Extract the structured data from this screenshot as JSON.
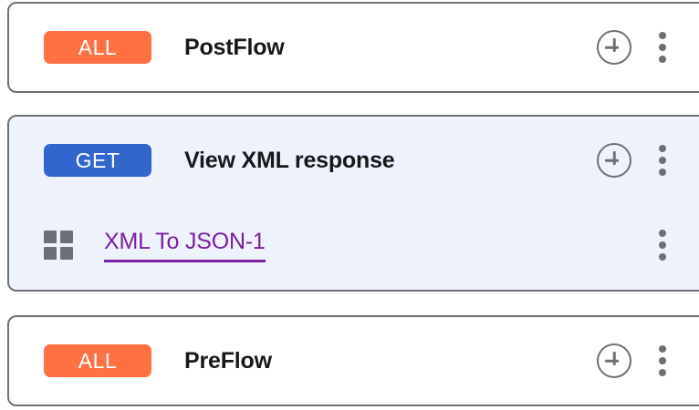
{
  "panel": {
    "name": "proxy-endpoint-flow-list",
    "background": "#ffffff"
  },
  "colors": {
    "badge_all": "#ff7043",
    "badge_get": "#3366cc",
    "card_border": "#6e7076",
    "selected_card_background": "#eef2fc",
    "policy_link": "#7b1fa2",
    "icon_gray": "#6e7076",
    "grid_icon_gray": "#6b7078",
    "title_text": "#17181a"
  },
  "icons": {
    "add": "plus-circle-icon",
    "menu": "kebab-menu-icon",
    "policy": "grid-squares-icon"
  },
  "flows": [
    {
      "id": "postflow",
      "method_badge": "ALL",
      "badge_type": "all",
      "title": "PostFlow",
      "selected": false,
      "add_label": "+",
      "steps": []
    },
    {
      "id": "view-xml-response",
      "method_badge": "GET",
      "badge_type": "get",
      "title": "View XML response",
      "selected": true,
      "add_label": "+",
      "steps": [
        {
          "id": "xml-to-json-1",
          "label": "XML To JSON-1",
          "icon": "grid-squares-icon"
        }
      ]
    },
    {
      "id": "preflow",
      "method_badge": "ALL",
      "badge_type": "all",
      "title": "PreFlow",
      "selected": false,
      "add_label": "+",
      "steps": []
    }
  ]
}
